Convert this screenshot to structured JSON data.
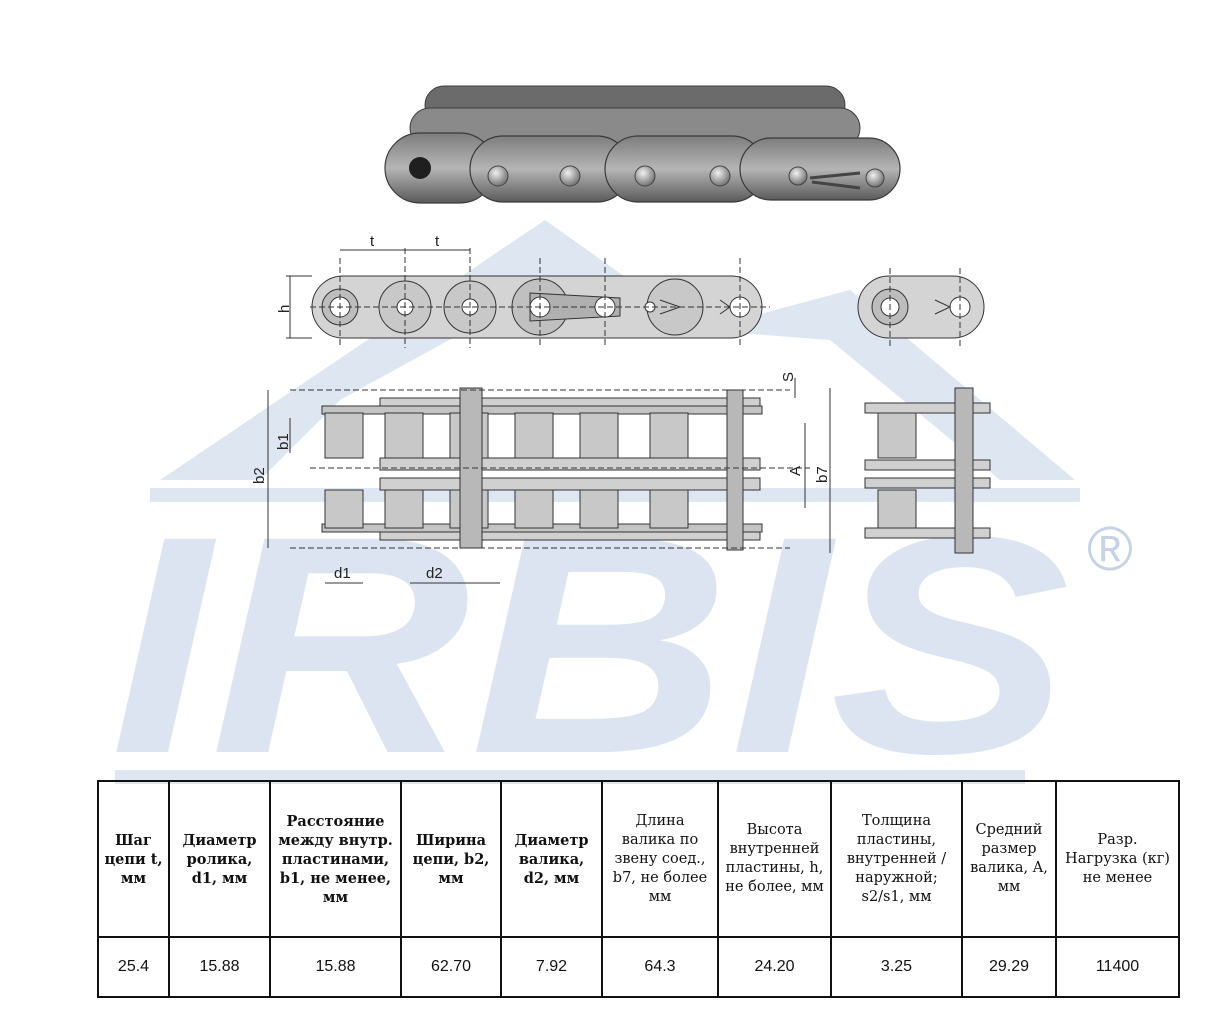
{
  "brand": {
    "name": "IRBIS",
    "registered": "®",
    "watermark_color": "#d6e1ef",
    "watermark_stroke": "#b9cbe2"
  },
  "drawing_labels": {
    "pitch": "t",
    "height": "h",
    "plate_thickness": "S",
    "inner_width": "b1",
    "chain_width": "b2",
    "pin_length": "b7",
    "strand_spacing": "A",
    "roller_diameter": "d1",
    "pin_diameter": "d2"
  },
  "table": {
    "headers": [
      {
        "text": "Шаг цепи t, мм",
        "weight": "bold"
      },
      {
        "text": "Диаметр ролика, d1, мм",
        "weight": "bold"
      },
      {
        "text": "Расстояние между внутр. пластинами, b1, не менее, мм",
        "weight": "bold"
      },
      {
        "text": "Ширина цепи, b2, мм",
        "weight": "bold"
      },
      {
        "text": "Диаметр валика, d2, мм",
        "weight": "bold"
      },
      {
        "text": "Длина валика по звену соед., b7, не более мм",
        "weight": "normal"
      },
      {
        "text": "Высота внутренней пластины, h, не более, мм",
        "weight": "normal"
      },
      {
        "text": "Толщина пластины, внутренней /наружной; s2/s1, мм",
        "weight": "normal"
      },
      {
        "text": "Средний размер валика, A, мм",
        "weight": "normal"
      },
      {
        "text": "Разр. Нагрузка (кг) не менее",
        "weight": "normal"
      }
    ],
    "row": [
      "25.4",
      "15.88",
      "15.88",
      "62.70",
      "7.92",
      "64.3",
      "24.20",
      "3.25",
      "29.29",
      "11400"
    ]
  }
}
